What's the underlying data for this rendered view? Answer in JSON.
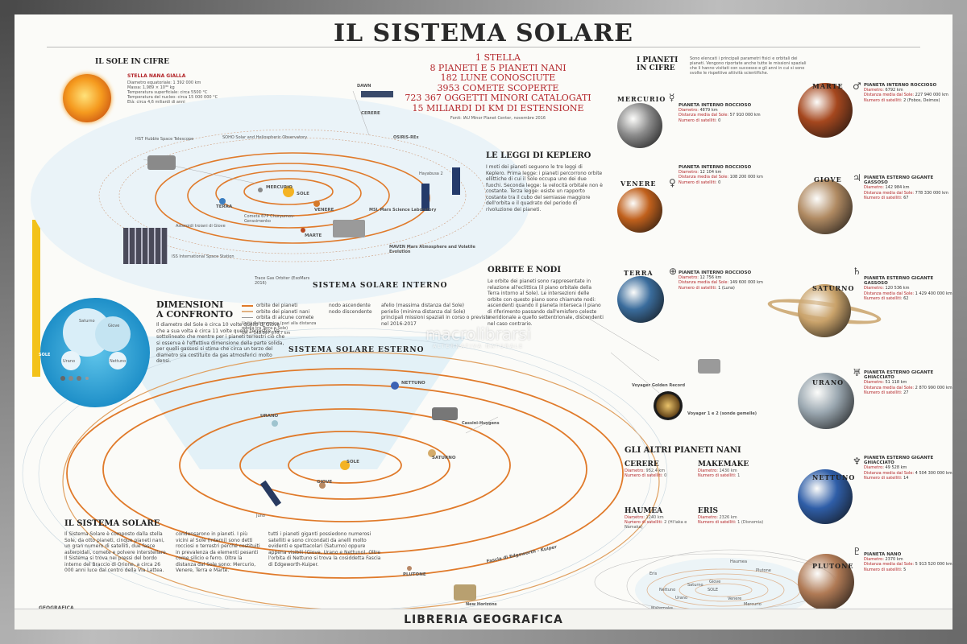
{
  "poster": {
    "title": "IL SISTEMA SOLARE",
    "footer": "LIBRERIA GEOGRAFICA",
    "publisher_logo": "GEOGRAFICA",
    "watermark": "macrolibrarsi",
    "watermark_sub": "ALTERNATIVA NATURALE"
  },
  "stats": {
    "lines": [
      "1 STELLA",
      "8 PIANETI E 5 PIANETI NANI",
      "182 LUNE CONOSCIUTE",
      "3953 COMETE SCOPERTE",
      "723 367 OGGETTI MINORI CATALOGATI",
      "15 MILIARDI DI KM DI ESTENSIONE"
    ],
    "source": "Fonti: IAU Minor Planet Center, novembre 2016"
  },
  "sections": {
    "sun_figures": "IL SOLE IN CIFRE",
    "sun_type": "STELLA NANA GIALLA",
    "planets_figures_1": "I PIANETI",
    "planets_figures_2": "IN CIFRE",
    "planets_intro": "Sono elencati i principali parametri fisici e orbitali dei pianeti. Vengono riportate anche tutte le missioni spaziali che li hanno visitati con successo e gli anni in cui si sono svolte le rispettive attività scientifiche.",
    "kepler": "LE LEGGI DI KEPLERO",
    "orbits": "ORBITE E NODI",
    "dimensions_1": "DIMENSIONI",
    "dimensions_2": "A CONFRONTO",
    "inner": "SISTEMA SOLARE INTERNO",
    "outer": "SISTEMA SOLARE ESTERNO",
    "system": "IL SISTEMA SOLARE",
    "dwarfs": "GLI ALTRI PIANETI NANI"
  },
  "legend": {
    "items": [
      "orbite dei pianeti",
      "orbite dei pianeti nani",
      "orbita di alcune comete",
      "Unità Astronomica (pari alla distanza media tra Terra e Sole)",
      "nodo ascendente",
      "nodo discendente",
      "afelio (massima distanza dal Sole)",
      "perielio (minima distanza dal Sole)",
      "principali missioni spaziali in corso o previste nel 2016-2017"
    ],
    "ua": "UA = 149 597 870,7 km"
  },
  "dimensions_labels": [
    "SOLE",
    "Saturno",
    "Giove",
    "Urano",
    "Nettuno"
  ],
  "inner_labels": [
    "MERCURIO",
    "SOLE",
    "VENERE",
    "TERRA",
    "MARTE",
    "CERERE",
    "Cometa 67P Churyumov-Gerasimenko",
    "Asteroidi troiani di Giove"
  ],
  "outer_labels": [
    "NETTUNO",
    "URANO",
    "SATURNO",
    "GIOVE",
    "SOLE",
    "PLUTONE",
    "Fascia di Edgeworth - Kuiper",
    "Cassini-Huygens",
    "Juno",
    "New Horizons"
  ],
  "missions": [
    "DAWN",
    "SOHO Solar and Heliospheric Observatory",
    "OSIRIS-REx",
    "HST Hubble Space Telescope",
    "Hayabusa 2",
    "ISS International Space Station",
    "MSL Mars Science Laboratory",
    "MAVEN Mars Atmosphere and Volatile Evolution",
    "Trace Gas Orbiter (ExoMars 2016)",
    "Voyager 1 e 2 (sonde gemelle)",
    "Voyager Golden Record"
  ],
  "planets": [
    {
      "name": "MERCURIO",
      "type": "PIANETA INTERNO ROCCIOSO",
      "symbol": "☿",
      "color": "#8c8c8c",
      "diameter": "4879 km",
      "distance": "57 910 000 km",
      "satellites": "0"
    },
    {
      "name": "VENERE",
      "type": "PIANETA INTERNO ROCCIOSO",
      "symbol": "♀",
      "color": "#c0601c",
      "diameter": "12 104 km",
      "distance": "108 200 000 km",
      "satellites": "0"
    },
    {
      "name": "TERRA",
      "type": "PIANETA INTERNO ROCCIOSO",
      "symbol": "⊕",
      "color": "#3a6c9c",
      "diameter": "12 756 km",
      "distance": "149 600 000 km",
      "satellites": "1 (Luna)"
    },
    {
      "name": "MARTE",
      "type": "PIANETA INTERNO ROCCIOSO",
      "symbol": "♂",
      "color": "#a5471e",
      "diameter": "6792 km",
      "distance": "227 940 000 km",
      "satellites": "2 (Fobos, Deimos)"
    },
    {
      "name": "GIOVE",
      "type": "PIANETA ESTERNO GIGANTE GASSOSO",
      "symbol": "♃",
      "color": "#b08a62",
      "diameter": "142 984 km",
      "distance": "778 330 000 km",
      "satellites": "67"
    },
    {
      "name": "SATURNO",
      "type": "PIANETA ESTERNO GIGANTE GASSOSO",
      "symbol": "♄",
      "color": "#c9a26a",
      "diameter": "120 536 km",
      "distance": "1 429 400 000 km",
      "satellites": "62"
    },
    {
      "name": "URANO",
      "type": "PIANETA ESTERNO GIGANTE GHIACCIATO",
      "symbol": "♅",
      "color": "#9aa7b0",
      "diameter": "51 118 km",
      "distance": "2 870 990 000 km",
      "satellites": "27"
    },
    {
      "name": "NETTUNO",
      "type": "PIANETA ESTERNO GIGANTE GHIACCIATO",
      "symbol": "♆",
      "color": "#2f5ea8",
      "diameter": "49 528 km",
      "distance": "4 504 300 000 km",
      "satellites": "14"
    },
    {
      "name": "PLUTONE",
      "type": "PIANETA NANO",
      "symbol": "♇",
      "color": "#b07a55",
      "diameter": "2370 km",
      "distance": "5 913 520 000 km",
      "satellites": "5"
    }
  ],
  "dwarf_planets": [
    {
      "name": "CERERE",
      "diameter": "952,4 km",
      "satellites": "0"
    },
    {
      "name": "MAKEMAKE",
      "diameter": "1430 km",
      "satellites": "1"
    },
    {
      "name": "HAUMEA",
      "diameter": "1240 km",
      "satellites": "2 (Hi'iaka e Namaka)"
    },
    {
      "name": "ERIS",
      "diameter": "2326 km",
      "satellites": "1 (Disnomia)"
    }
  ],
  "small_map_labels": [
    "Haumea",
    "Plutone",
    "Eris",
    "Nettuno",
    "Urano",
    "Saturno",
    "Giove",
    "SOLE",
    "Venere",
    "Mercurio",
    "Makemake"
  ],
  "kepler_text": "I moti dei pianeti seguono le tre leggi di Keplero. Prima legge: i pianeti percorrono orbite ellittiche di cui il Sole occupa uno dei due fuochi. Seconda legge: la velocità orbitale non è costante. Terza legge: esiste un rapporto costante tra il cubo del semiasse maggiore dell'orbita e il quadrato del periodo di rivoluzione dei pianeti.",
  "orbits_text": "Le orbite dei pianeti sono rappresentate in relazione all'eclittica (il piano orbitale della Terra intorno al Sole). Le intersezioni delle orbite con questo piano sono chiamate nodi: ascendenti quando il pianeta interseca il piano di riferimento passando dall'emisfero celeste meridionale a quello settentrionale, discendenti nel caso contrario.",
  "dimensions_text": "Il diametro del Sole è circa 10 volte quello di Giove che a sua volta è circa 11 volte quello terrestre. Va sottolineato che mentre per i pianeti terrestri ciò che si osserva è l'effettiva dimensione della parte solida, per quelli gassosi si stima che circa un terzo del diametro sia costituito da gas atmosferici molto densi.",
  "system_text_1": "Il Sistema Solare è composto dalla stella Sole, da otto pianeti, cinque pianeti nani, un gran numero di satelliti, due fasce asteroidali, comete e polvere interstellare. Il Sistema si trova nei pressi del bordo interno del Braccio di Orione, a circa 26 000 anni luce dal centro della Via Lattea.",
  "system_text_2": "condensarono in pianeti. I più vicini al Sole (interni) sono detti rocciosi o terrestri perché costituiti in prevalenza da elementi pesanti come silicio e ferro. Oltre la distanza dal Sole sono: Mercurio, Venere, Terra e Marte.",
  "system_text_3": "tutti i pianeti giganti possiedono numerosi satelliti e sono circondati da anelli molto evidenti e spettacolari (Saturno) oppure appena visibili (Giove, Urano e Nettuno). Oltre l'orbita di Nettuno si trova la cosiddetta Fascia di Edgeworth-Kuiper.",
  "sun_facts": [
    "Diametro equatoriale: 1 392 000 km",
    "Massa: 1,989 × 10³⁰ kg",
    "Temperatura superficiale: circa 5500 °C",
    "Temperatura del nucleo: circa 15 000 000 °C",
    "Età: circa 4,6 miliardi di anni"
  ]
}
